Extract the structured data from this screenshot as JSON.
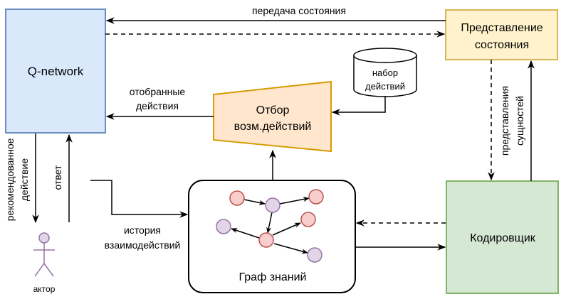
{
  "nodes": {
    "q_network": "Q-network",
    "state_representation": [
      "Представление",
      "состояния"
    ],
    "action_set": [
      "набор",
      "действий"
    ],
    "action_filter": [
      "Отбор",
      "возм.действий"
    ],
    "knowledge_graph": "Граф знаний",
    "encoder": "Кодировщик",
    "actor": "актор"
  },
  "edge_labels": {
    "state_transfer": "передача состояния",
    "selected_actions": [
      "отобранные",
      "действия"
    ],
    "recommended_action": [
      "рекомендованное",
      "действие"
    ],
    "response": "ответ",
    "interaction_history": [
      "история",
      "взаимодействий"
    ],
    "entity_representation": [
      "представления",
      "сущностей"
    ]
  },
  "colors": {
    "q_network_fill": "#dae8fc",
    "q_network_stroke": "#6c8ebf",
    "state_fill": "#fff2cc",
    "state_stroke": "#d6b656",
    "filter_fill": "#ffe6cc",
    "filter_stroke": "#d79b00",
    "encoder_fill": "#d5e8d4",
    "encoder_stroke": "#82b366",
    "red_node_fill": "#f8cecc",
    "red_node_stroke": "#b85450",
    "purple_node_fill": "#e1d5e7",
    "purple_node_stroke": "#9673a6"
  }
}
